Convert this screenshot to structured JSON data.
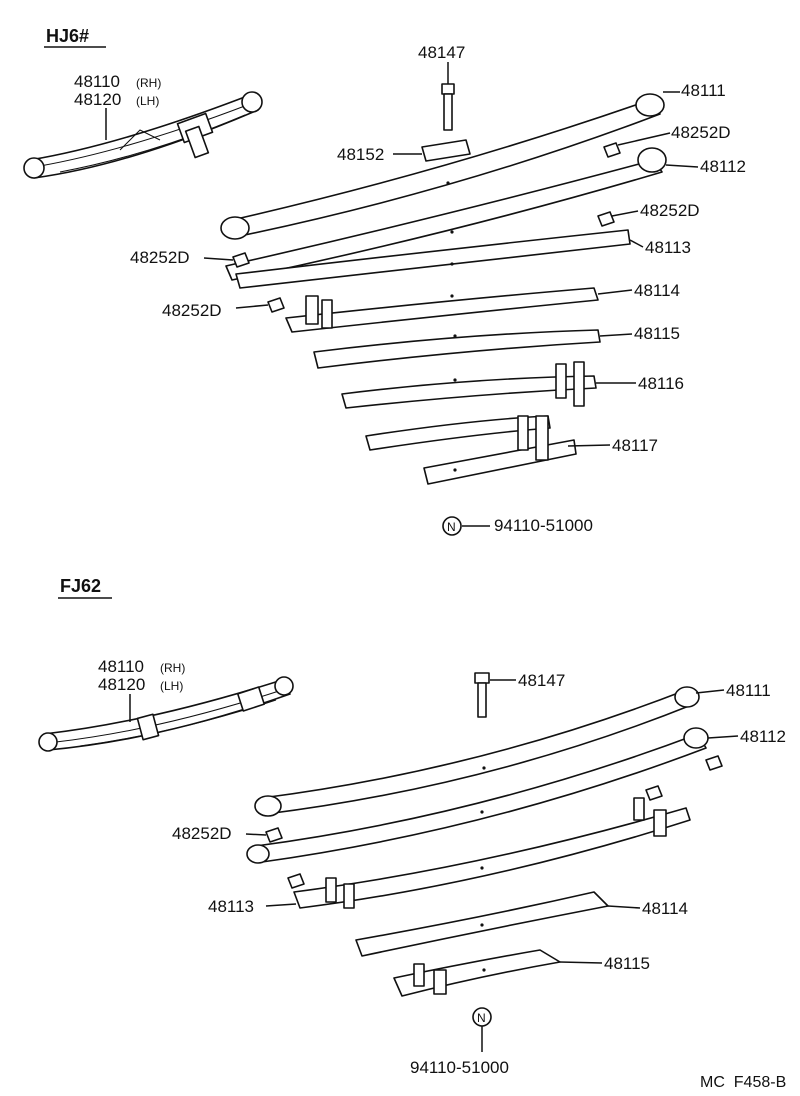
{
  "sections": [
    {
      "id": "hj6",
      "title": "HJ6#",
      "assembly_numbers": [
        "48110",
        "48120"
      ],
      "assembly_suffixes": [
        "(RH)",
        "(LH)"
      ],
      "labels": [
        "48147",
        "48152",
        "48111",
        "48252D",
        "48112",
        "48252D",
        "48252D",
        "48113",
        "48252D",
        "48114",
        "48115",
        "48116",
        "48117"
      ],
      "note_symbol": "N",
      "note_part": "94110-51000"
    },
    {
      "id": "fj62",
      "title": "FJ62",
      "assembly_numbers": [
        "48110",
        "48120"
      ],
      "assembly_suffixes": [
        "(RH)",
        "(LH)"
      ],
      "labels": [
        "48147",
        "48111",
        "48112",
        "48252D",
        "48113",
        "48114",
        "48115"
      ],
      "note_symbol": "N",
      "note_part": "94110-51000"
    }
  ],
  "footer": "MC  F458-B"
}
